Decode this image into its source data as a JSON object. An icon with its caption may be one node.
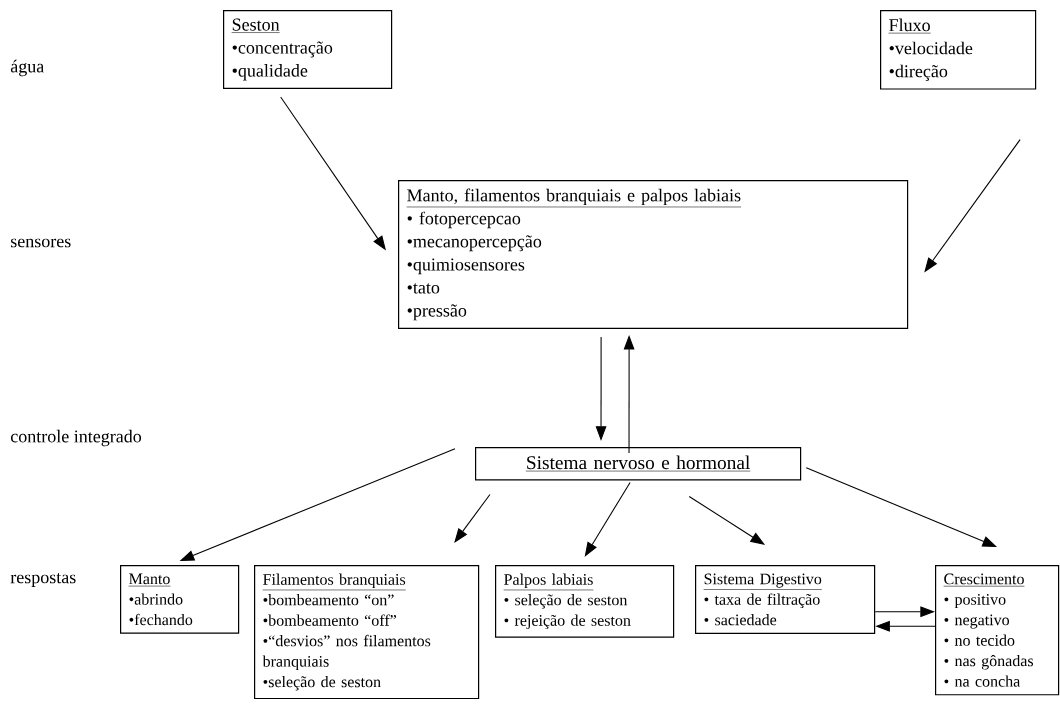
{
  "diagram": {
    "nodes": [
      {
        "text": [
          "Seston",
          "•concentração",
          "•qualidade"
        ]
      },
      {
        "text": [
          "Fluxo",
          "•velocidade",
          "•direção"
        ]
      },
      {
        "text": [
          "Manto, filamentos branquiais e palpos labiais",
          "• fotopercepcao",
          "•mecanopercepção",
          "•quimiosensores",
          "•tato",
          "•pressão"
        ]
      },
      {
        "text": [
          "Sistema nervoso e hormonal"
        ]
      },
      {
        "text": [
          "Manto",
          "•abrindo",
          "•fechando"
        ]
      },
      {
        "text": [
          "Filamentos branquiais",
          "•bombeamento  “on”",
          "•bombeamento “off”",
          "•“desvios” nos filamentos branquiais",
          "•seleção de seston"
        ]
      },
      {
        "text": [
          "Palpos labiais",
          "• seleção de seston",
          "• rejeição de seston"
        ]
      },
      {
        "text": [
          "Sistema Digestivo",
          "• taxa de filtração",
          "• saciedade"
        ]
      },
      {
        "text": [
          "Crescimento",
          "• positivo",
          "• negativo",
          "• no tecido",
          "• nas gônadas",
          "• na concha"
        ]
      }
    ],
    "edges": [
      {
        "from": 0,
        "to": 2,
        "arrow": "to"
      },
      {
        "from": 1,
        "to": 2,
        "arrow": "to"
      },
      {
        "from": 2,
        "to": 3,
        "arrow": "to"
      },
      {
        "from": 3,
        "to": 2,
        "arrow": "to"
      },
      {
        "from": 3,
        "to": 4,
        "arrow": "to"
      },
      {
        "from": 3,
        "to": 5,
        "arrow": "to"
      },
      {
        "from": 3,
        "to": 6,
        "arrow": "to"
      },
      {
        "from": 3,
        "to": 7,
        "arrow": "to"
      },
      {
        "from": 3,
        "to": 8,
        "arrow": "to"
      },
      {
        "from": 7,
        "to": 8,
        "arrow": "to"
      },
      {
        "from": 8,
        "to": 7,
        "arrow": "to"
      }
    ],
    "labels": [
      "água",
      "sensores",
      "controle integrado",
      "respostas"
    ]
  }
}
